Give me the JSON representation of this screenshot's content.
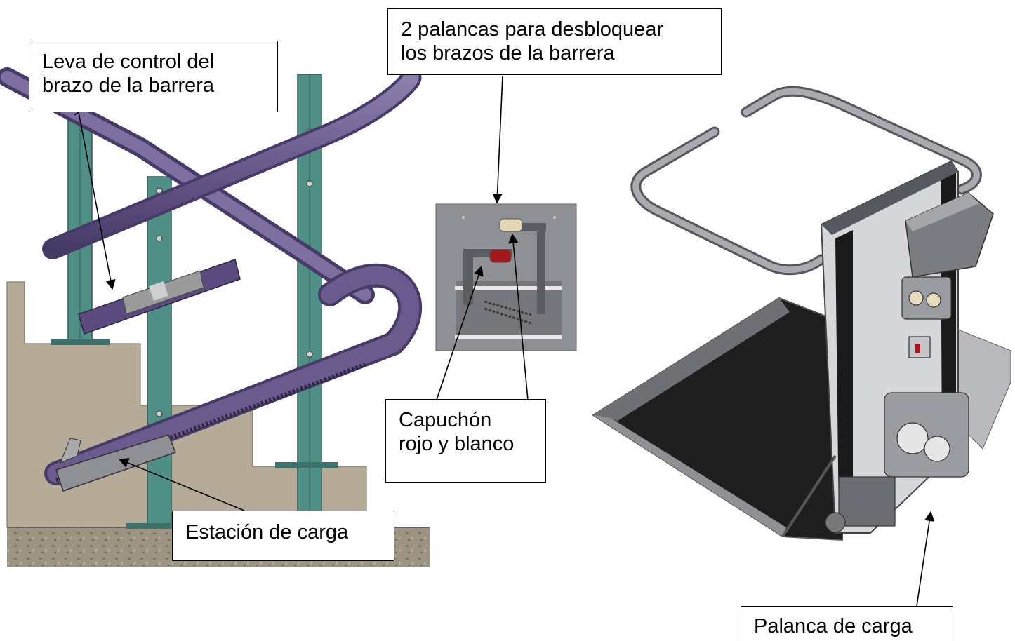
{
  "callouts": {
    "leva": {
      "line1": "Leva de control del",
      "line2": "brazo de la barrera"
    },
    "palancas": {
      "line1": "2 palancas para desbloquear",
      "line2": "los brazos de la barrera"
    },
    "capuchon": {
      "line1": "Capuchón",
      "line2": "rojo y blanco"
    },
    "estacion": {
      "line1": "Estación de carga"
    },
    "palanca_carga": {
      "line1": "Palanca de carga"
    }
  },
  "colors": {
    "rail_purple": "#6a5a8e",
    "post_green": "#4f8f86",
    "wall_tan": "#b6aa98",
    "ground": "#9c9383",
    "platform_dark": "#1e1e1e",
    "metal_grey": "#8e9094"
  }
}
